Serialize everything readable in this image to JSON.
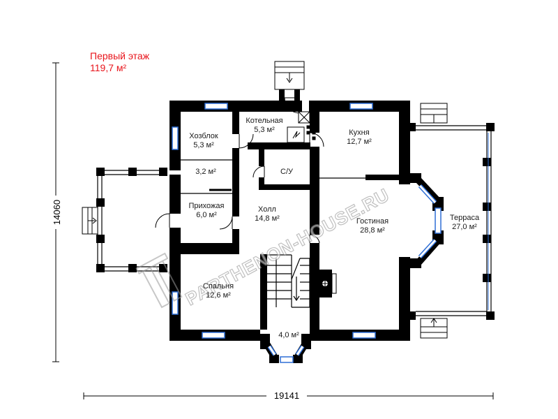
{
  "floor": {
    "title": "Первый этаж",
    "area": "119,7 м²"
  },
  "dimensions": {
    "height": "14060",
    "width": "19141"
  },
  "watermark": "PARTHENON-HOUSE.RU",
  "rooms": {
    "kotelnaya": {
      "name": "Котельная",
      "area": "5,3 м²"
    },
    "hozblok": {
      "name": "Хозблок",
      "area": "5,3 м²"
    },
    "kladovka": {
      "name": "",
      "area": "3,2 м²"
    },
    "su": {
      "name": "С/У",
      "area": ""
    },
    "kuhnya": {
      "name": "Кухня",
      "area": "12,7 м²"
    },
    "prihozhaya": {
      "name": "Прихожая",
      "area": "6,0 м²"
    },
    "holl": {
      "name": "Холл",
      "area": "14,8 м²"
    },
    "gostinaya": {
      "name": "Гостиная",
      "area": "28,8 м²"
    },
    "terrasa": {
      "name": "Терраса",
      "area": "27,0 м²"
    },
    "spalnya": {
      "name": "Спальня",
      "area": "12,6 м²"
    },
    "erker": {
      "name": "",
      "area": "4,0 м²"
    }
  },
  "colors": {
    "wall": "#000000",
    "window": "#2f6fd6",
    "title": "#e8141b",
    "watermark": "#9a9a9a"
  }
}
